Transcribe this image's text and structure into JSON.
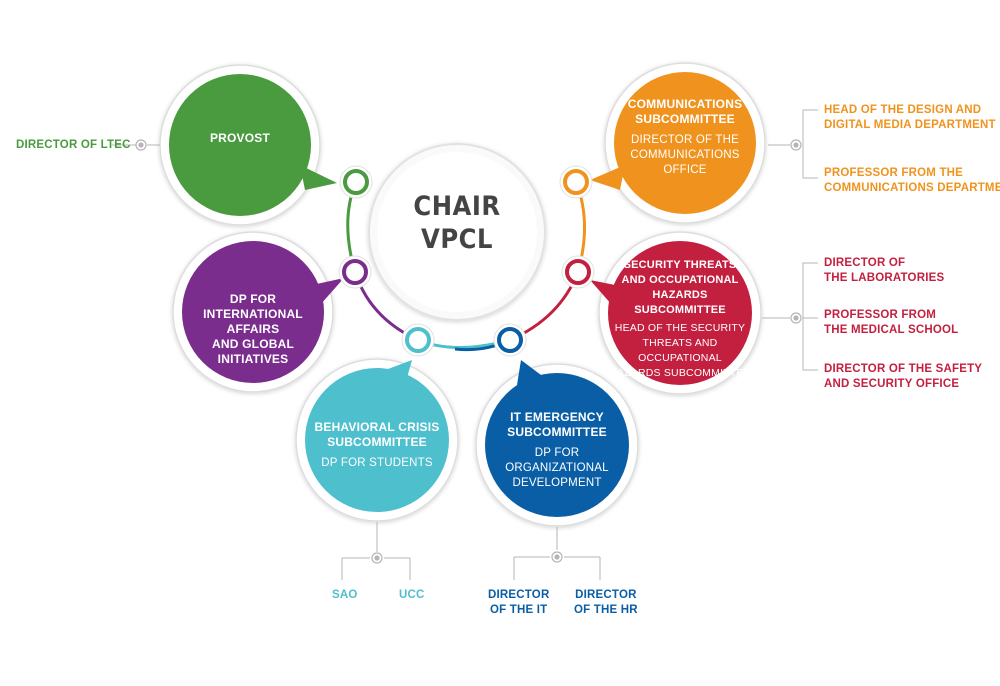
{
  "colors": {
    "green": "#4a9a3f",
    "purple": "#7b2d8e",
    "teal": "#4ebfcc",
    "blue": "#0a5ea6",
    "orange": "#f0931e",
    "red": "#c3203f",
    "gray": "#9a9a9a"
  },
  "center": {
    "line1": "CHAIR",
    "line2": "VPCL"
  },
  "provost": {
    "title": "PROVOST"
  },
  "dp_international": {
    "line1": "DP FOR",
    "line2": "INTERNATIONAL AFFAIRS",
    "line3": "AND GLOBAL INITIATIVES"
  },
  "behavioral": {
    "title1": "BEHAVIORAL CRISIS",
    "title2": "SUBCOMMITTEE",
    "sub1": "DP FOR STUDENTS"
  },
  "it_emergency": {
    "title1": "IT EMERGENCY",
    "title2": "SUBCOMMITTEE",
    "sub1": "DP FOR ORGANIZATIONAL",
    "sub2": "DEVELOPMENT"
  },
  "communications": {
    "title1": "COMMUNICATIONS",
    "title2": "SUBCOMMITTEE",
    "sub1": "DIRECTOR OF THE",
    "sub2": "COMMUNICATIONS",
    "sub3": "OFFICE"
  },
  "security": {
    "title1": "SECURITY THREATS",
    "title2": "AND OCCUPATIONAL",
    "title3": "HAZARDS SUBCOMMITTEE",
    "sub1": "HEAD OF THE SECURITY",
    "sub2": "THREATS AND OCCUPATIONAL",
    "sub3": "HAZARDS SUBCOMMITTEE"
  },
  "labels": {
    "ltec": "DIRECTOR OF LTEC",
    "design1": "HEAD OF THE DESIGN AND",
    "design2": "DIGITAL MEDIA DEPARTMENT",
    "prof_comm1": "PROFESSOR FROM THE",
    "prof_comm2": "COMMUNICATIONS DEPARTMENT",
    "labs1": "DIRECTOR OF",
    "labs2": "THE LABORATORIES",
    "med1": "PROFESSOR FROM",
    "med2": "THE MEDICAL SCHOOL",
    "safety1": "DIRECTOR OF THE SAFETY",
    "safety2": "AND SECURITY OFFICE",
    "sao": "SAO",
    "ucc": "UCC",
    "it1": "DIRECTOR",
    "it2": "OF THE IT",
    "hr1": "DIRECTOR",
    "hr2": "OF THE HR"
  }
}
